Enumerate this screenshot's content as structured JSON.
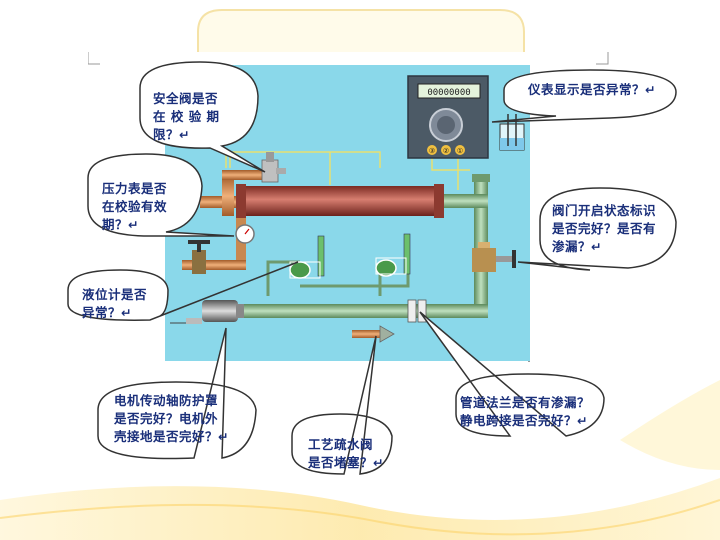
{
  "meter": {
    "display": "00000000",
    "buttons": [
      "③",
      "②",
      "①"
    ]
  },
  "callouts": {
    "safety_valve": [
      "安全阀是否",
      "在 校 验 期",
      "限？↵"
    ],
    "pressure_gauge": [
      "压力表是否",
      "在校验有效",
      "期？↵"
    ],
    "level_gauge": [
      "液位计是否",
      "异常？↵"
    ],
    "motor_guard": [
      "电机传动轴防护罩",
      "是否完好？电机外",
      "壳接地是否完好？↵"
    ],
    "drain_valve": [
      "工艺疏水阀",
      "是否堵塞？↵"
    ],
    "flange": [
      "管道法兰是否有渗漏？",
      "静电跨接是否完好？↵"
    ],
    "valve_status": [
      "阀门开启状态标识",
      "是否完好？是否有",
      "渗漏？↵"
    ],
    "meter_display": [
      "仪表显示是否异常？↵"
    ]
  }
}
